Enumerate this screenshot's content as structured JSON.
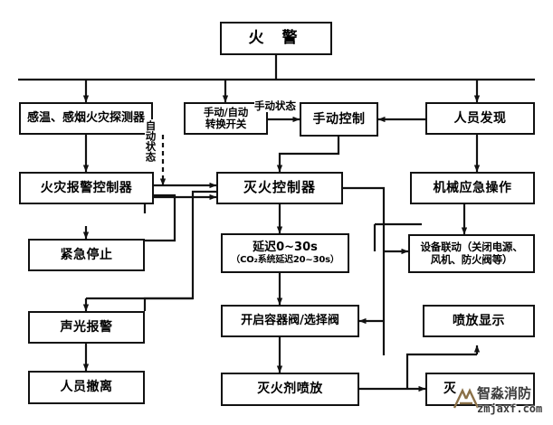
{
  "diagram": {
    "title": "火 警",
    "nodes": [
      {
        "id": "fire_alarm",
        "label": "火  警"
      },
      {
        "id": "detector",
        "label": "感温、感烟火灾探测器"
      },
      {
        "id": "auto_manual_switch",
        "label_line1": "手动/自动",
        "label_line2": "转换开关"
      },
      {
        "id": "manual_control",
        "label": "手动控制"
      },
      {
        "id": "person_discover",
        "label": "人员发现"
      },
      {
        "id": "fire_alarm_ctrl",
        "label": "火灾报警控制器"
      },
      {
        "id": "extinguish_ctrl",
        "label": "灭火控制器"
      },
      {
        "id": "mech_emergency",
        "label": "机械应急操作"
      },
      {
        "id": "emergency_stop",
        "label": "紧急停止"
      },
      {
        "id": "delay",
        "label_line1": "延迟0~30s",
        "label_line2": "（CO₂系统延迟20~30s）"
      },
      {
        "id": "equipment_linkage",
        "label_line1": "设备联动（关闭电源、",
        "label_line2": "风机、防火阀等）"
      },
      {
        "id": "sound_light_alarm",
        "label": "声光报警"
      },
      {
        "id": "open_valve",
        "label": "开启容器阀/选择阀"
      },
      {
        "id": "spray_display",
        "label": "喷放显示"
      },
      {
        "id": "personnel_evac",
        "label": "人员撤离"
      },
      {
        "id": "agent_release",
        "label": "灭火剂喷放"
      },
      {
        "id": "extinguish_fire",
        "label": "灭"
      }
    ],
    "edge_labels": [
      {
        "id": "manual_state",
        "text": "手动状态"
      },
      {
        "id": "auto_state",
        "text": "自动状态"
      }
    ]
  },
  "watermark": {
    "brand": "智淼消防",
    "url": "zmjaxf.com"
  },
  "colors": {
    "line": "#111111",
    "box_fill": "#ffffff",
    "text": "#000000",
    "watermark": "#3b3b3b",
    "watermark_logo": "#8a7048"
  }
}
